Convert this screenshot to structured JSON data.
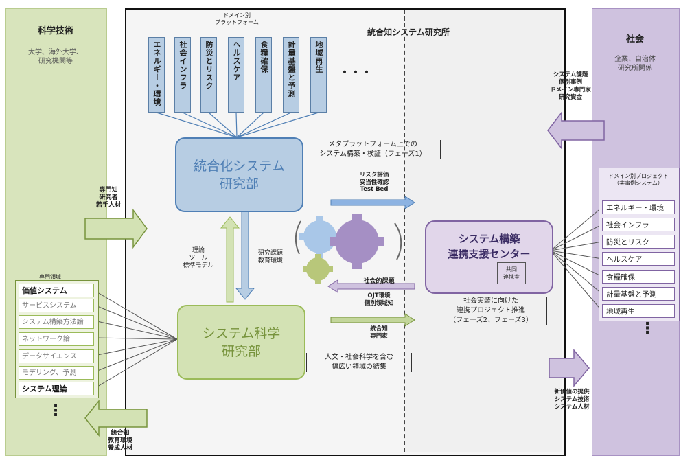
{
  "left": {
    "title": "科学技術",
    "subtitle_lines": [
      "大学、海外大学、",
      "研究機関等"
    ],
    "arrow_in_label_lines": [
      "専門知",
      "研究者",
      "若手人材"
    ],
    "list_title": "専門領域",
    "list": [
      {
        "label": "価値システム",
        "bold": true
      },
      {
        "label": "サービスシステム",
        "bold": false
      },
      {
        "label": "システム構築方法論",
        "bold": false
      },
      {
        "label": "ネットワーク論",
        "bold": false
      },
      {
        "label": "データサイエンス",
        "bold": false
      },
      {
        "label": "モデリング、予測",
        "bold": false
      },
      {
        "label": "システム理論",
        "bold": true
      }
    ],
    "list_more": "⋮",
    "arrow_out_label_lines": [
      "統合知",
      "教育環境",
      "養成人材"
    ]
  },
  "center": {
    "title": "統合知システム研究所",
    "platform_label_lines": [
      "ドメイン別",
      "プラットフォーム"
    ],
    "domains": [
      "エネルギー・環境",
      "社会インフラ",
      "防災とリスク",
      "ヘルスケア",
      "食糧確保",
      "計量基盤と予測",
      "地域再生"
    ],
    "domains_more": "・・・",
    "dept1_lines": [
      "統合化システム",
      "研究部"
    ],
    "dept1_note_lines": [
      "メタプラットフォーム上での",
      "システム構築・検証（フェーズ1）"
    ],
    "dept2_lines": [
      "システム科学",
      "研究部"
    ],
    "dept2_note_lines": [
      "人文・社会科学を含む",
      "幅広い領域の結集"
    ],
    "up_arrow_label_lines": [
      "理論",
      "ツール",
      "標準モデル"
    ],
    "down_arrow_label_lines": [
      "研究課題",
      "教育環境"
    ],
    "arrow_top_right_lines": [
      "リスク評価",
      "妥当性確認",
      "Test Bed"
    ],
    "arrow_mid_left_label": "社会的課題",
    "arrow_mid_left_lines2": [
      "OJT環境",
      "個別領域知"
    ],
    "arrow_bottom_right_lines": [
      "統合知",
      "専門家"
    ]
  },
  "hub": {
    "title_lines": [
      "システム構築",
      "連携支援センター"
    ],
    "badge_lines": [
      "共同",
      "連携室"
    ],
    "note_lines": [
      "社会実装に向けた",
      "連携プロジェクト推進",
      "（フェーズ2、フェーズ3）"
    ]
  },
  "right": {
    "title": "社会",
    "subtitle_lines": [
      "企業、自治体",
      "研究所関係"
    ],
    "arrow_in_label_lines": [
      "システム課題",
      "個別事例",
      "ドメイン専門家",
      "研究資金"
    ],
    "list_title_lines": [
      "ドメイン別プロジェクト",
      "（実事例システム）"
    ],
    "list": [
      "エネルギー・環境",
      "社会インフラ",
      "防災とリスク",
      "ヘルスケア",
      "食糧確保",
      "計量基盤と予測",
      "地域再生"
    ],
    "list_more": "⋮",
    "arrow_out_label_lines": [
      "新価値の提供",
      "システム技術",
      "システム人材"
    ]
  },
  "colors": {
    "left_panel": "#d8e4bc",
    "right_panel": "#cfc2df",
    "blue_dept": "#b7cde3",
    "green_dept": "#d3e2b4",
    "hub": "#e1d6ea"
  }
}
